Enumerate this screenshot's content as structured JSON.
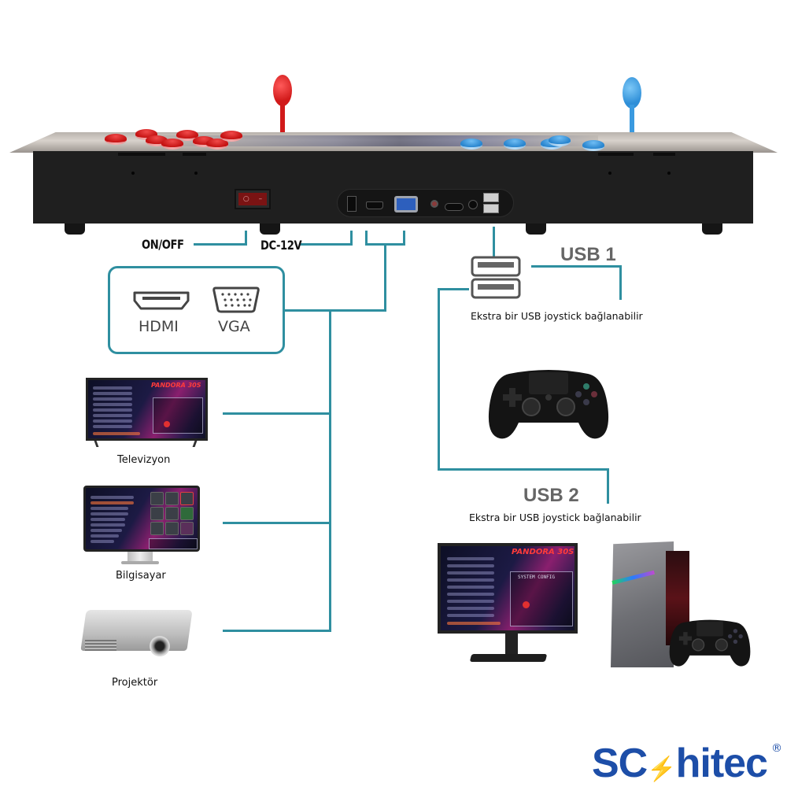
{
  "console": {
    "ports": [
      "power-switch",
      "dc-12v",
      "hdmi",
      "vga",
      "audio",
      "sd-card",
      "headphone-jack",
      "usb-1",
      "usb-2"
    ],
    "colors": {
      "player1": "#d11a1a",
      "player2": "#3a9ae0",
      "body": "#1f1f1f"
    }
  },
  "labels": {
    "on_off": "ON/OFF",
    "dc_12v": "DC-12V",
    "hdmi": "HDMI",
    "vga": "VGA",
    "usb1_title": "USB 1",
    "usb1_caption": "Ekstra bir USB joystick bağlanabilir",
    "usb2_title": "USB 2",
    "usb2_caption": "Ekstra bir USB joystick bağlanabilir"
  },
  "devices": [
    {
      "id": "tv",
      "label": "Televizyon"
    },
    {
      "id": "computer",
      "label": "Bilgisayar"
    },
    {
      "id": "projector",
      "label": "Projektör"
    }
  ],
  "screen": {
    "logo": "PANDORA 30S",
    "config": "SYSTEM CONFIG"
  },
  "brand": {
    "name_part1": "SC",
    "bolt": "⚡",
    "name_part2": "hitec",
    "registered": "®"
  },
  "line_color": "#2f8fa0"
}
